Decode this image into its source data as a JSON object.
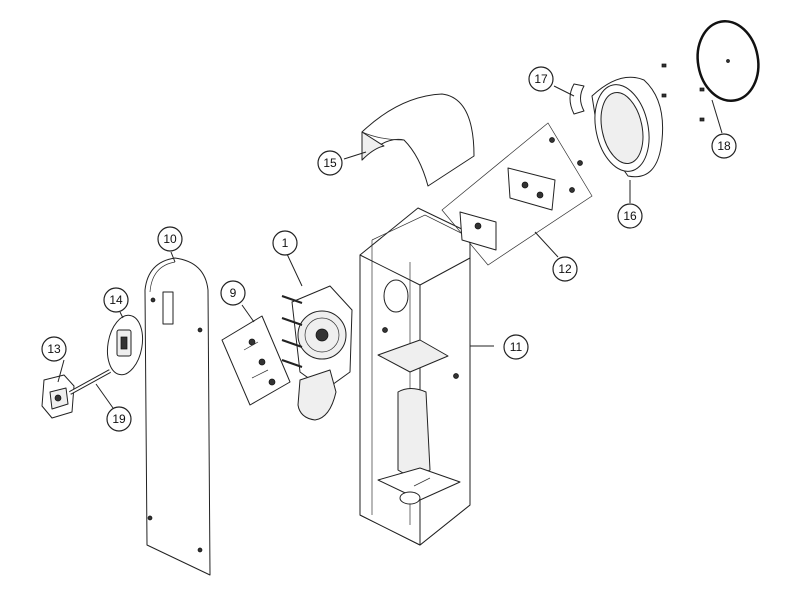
{
  "diagram": {
    "callouts": [
      {
        "id": "1",
        "label": "1"
      },
      {
        "id": "9",
        "label": "9"
      },
      {
        "id": "10",
        "label": "10"
      },
      {
        "id": "11",
        "label": "11"
      },
      {
        "id": "12",
        "label": "12"
      },
      {
        "id": "13",
        "label": "13"
      },
      {
        "id": "14",
        "label": "14"
      },
      {
        "id": "15",
        "label": "15"
      },
      {
        "id": "16",
        "label": "16"
      },
      {
        "id": "17",
        "label": "17"
      },
      {
        "id": "18",
        "label": "18"
      },
      {
        "id": "19",
        "label": "19"
      }
    ]
  }
}
